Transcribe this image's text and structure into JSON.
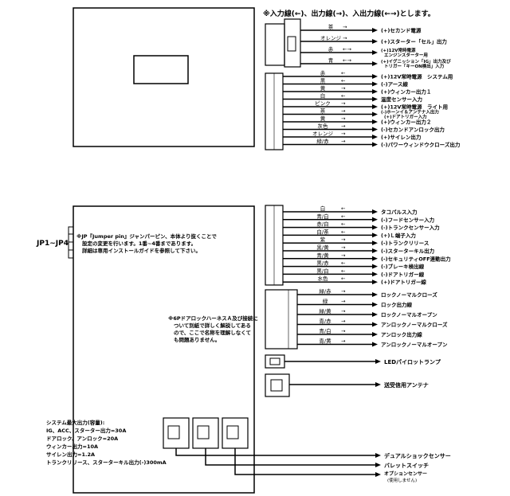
{
  "legend": "※入力線(←)、出力線(→)、入出力線(←→)とします。",
  "jumper": {
    "label": "JP1~JP4",
    "note": [
      "※JP『Jumper pin』ジャンパーピン、本体より抜くことで",
      "設定の変更を行います。1番~4番まであります。",
      "詳細は専用インストールガイドを参照して下さい。"
    ]
  },
  "door_lock_note": [
    "※6PドアロックハーネスＡ及び接続に",
    "ついて別紙で詳しく解説してある",
    "ので、ここで名称を理解しなくて",
    "も問題ありません。"
  ],
  "system_specs": {
    "lines": [
      "システム最大出力(容量):",
      "IG、ACC、スターター出力=30A",
      "ドアロック、アンロック=20A",
      "ウィンカー出力=10A",
      "サイレン出力=1.2A",
      "トランクリリース、スターターキル出力(-)300mA"
    ]
  },
  "connector_a": [
    {
      "color": "茶",
      "dir": "→",
      "label": "(+)セカンド電源"
    },
    {
      "color": "オレンジ",
      "dir": "→",
      "label": "(+)スターター「セル」出力"
    },
    {
      "color": "赤",
      "dir": "←→",
      "label": "(+)12V常時電源",
      "sub": "エンジンスターター用"
    },
    {
      "color": "青",
      "dir": "←→",
      "label": "(+)イグニッション「IG」出力及び",
      "sub": "トリガー「キーON検出」入力"
    }
  ],
  "connector_b": [
    {
      "color": "赤",
      "dir": "←",
      "label": "(+)12V常時電源　システム用"
    },
    {
      "color": "黒",
      "dir": "←",
      "label": "(-)アース線"
    },
    {
      "color": "黄",
      "dir": "→",
      "label": "(+)ウィンカー出力１"
    },
    {
      "color": "白",
      "dir": "←",
      "label": "温度センサー入力"
    },
    {
      "color": "ピンク",
      "dir": "→",
      "label": "(+)12V常時電源　ライト用"
    },
    {
      "color": "茶",
      "dir": "→",
      "label": "(-)ホーンイ＆アンテナ入出力",
      "sub": "(+)ドアトリガー入力"
    },
    {
      "color": "黄",
      "dir": "→",
      "label": "(+)ウィンカー出力２"
    },
    {
      "color": "灰色",
      "dir": "→",
      "label": "(-)セカンドアンロック出力"
    },
    {
      "color": "オレンジ",
      "dir": "→",
      "label": "(+)サイレン出力"
    },
    {
      "color": "緑/赤",
      "dir": "→",
      "label": "(-)パワーウィンドウクローズ出力"
    }
  ],
  "connector_c": [
    {
      "color": "白",
      "dir": "←",
      "label": "タコパルス入力"
    },
    {
      "color": "青/白",
      "dir": "←",
      "label": "(-)フードセンサー入力"
    },
    {
      "color": "赤/白",
      "dir": "←",
      "label": "(-)トランクセンサー入力"
    },
    {
      "color": "白/茶",
      "dir": "←",
      "label": "(+)Ｌ端子入力"
    },
    {
      "color": "紫",
      "dir": "→",
      "label": "(-)トランクリリース"
    },
    {
      "color": "黒/黄",
      "dir": "→",
      "label": "(-)スターターキル出力"
    },
    {
      "color": "青/黄",
      "dir": "→",
      "label": "(-)セキュリティOFF連動出力"
    },
    {
      "color": "黒/赤",
      "dir": "←",
      "label": "(-)ブレーキ検出線"
    },
    {
      "color": "黒/白",
      "dir": "←",
      "label": "(-)ドアトリガー線"
    },
    {
      "color": "水色",
      "dir": "←",
      "label": "(+)ドアトリガー線"
    }
  ],
  "connector_d": [
    {
      "color": "緑/赤",
      "dir": "→",
      "label": "ロックノーマルクローズ"
    },
    {
      "color": "緑",
      "dir": "→",
      "label": "ロック出力線"
    },
    {
      "color": "緑/黄",
      "dir": "→",
      "label": "ロックノーマルオープン"
    },
    {
      "color": "青/赤",
      "dir": "→",
      "label": "アンロックノーマルクローズ"
    },
    {
      "color": "青/白",
      "dir": "→",
      "label": "アンロック出力線"
    },
    {
      "color": "青/黄",
      "dir": "→",
      "label": "アンロックノーマルオープン"
    }
  ],
  "led": {
    "label": "LEDパイロットランプ"
  },
  "antenna": {
    "label": "送受信用アンテナ"
  },
  "bottom_connectors": [
    {
      "label": "デュアルショックセンサー"
    },
    {
      "label": "バレットスイッチ"
    },
    {
      "label": "オプションセンサー",
      "sub": "(使用しません)"
    }
  ]
}
